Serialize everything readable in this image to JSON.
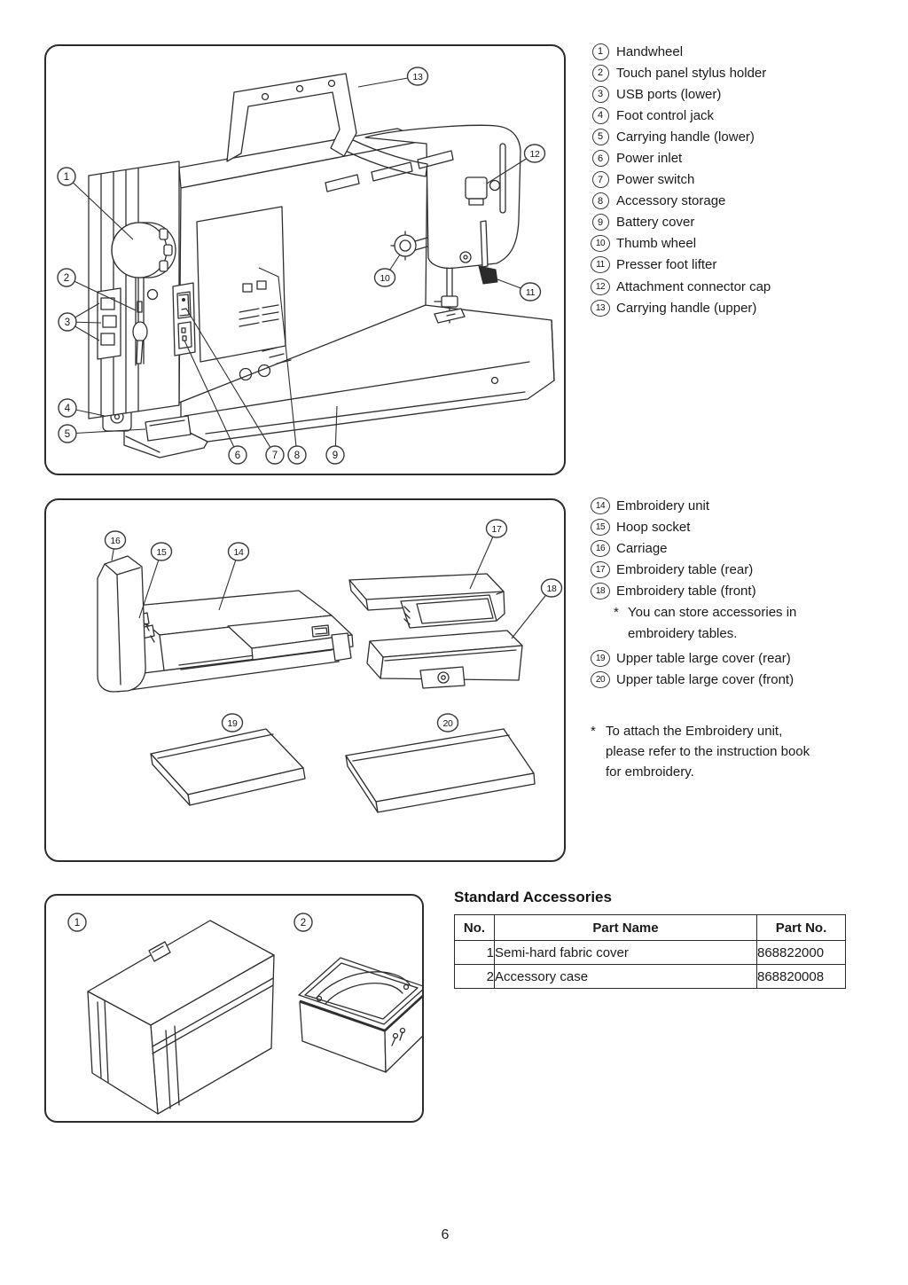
{
  "page_number": "6",
  "fig_machine": {
    "labels": [
      {
        "num": "1",
        "text": "Handwheel"
      },
      {
        "num": "2",
        "text": "Touch panel stylus holder"
      },
      {
        "num": "3",
        "text": "USB ports (lower)"
      },
      {
        "num": "4",
        "text": "Foot control jack"
      },
      {
        "num": "5",
        "text": "Carrying handle (lower)"
      },
      {
        "num": "6",
        "text": "Power inlet"
      },
      {
        "num": "7",
        "text": "Power switch"
      },
      {
        "num": "8",
        "text": "Accessory storage"
      },
      {
        "num": "9",
        "text": "Battery cover"
      },
      {
        "num": "10",
        "text": "Thumb wheel"
      },
      {
        "num": "11",
        "text": "Presser foot lifter"
      },
      {
        "num": "12",
        "text": "Attachment connector cap"
      },
      {
        "num": "13",
        "text": "Carrying handle (upper)"
      }
    ]
  },
  "fig_embroidery": {
    "labels": [
      {
        "num": "14",
        "text": "Embroidery unit"
      },
      {
        "num": "15",
        "text": "Hoop socket"
      },
      {
        "num": "16",
        "text": "Carriage"
      },
      {
        "num": "17",
        "text": "Embroidery table (rear)"
      },
      {
        "num": "18",
        "text": "Embroidery table (front)"
      },
      {
        "num": "19",
        "text": "Upper table large cover (rear)"
      },
      {
        "num": "20",
        "text": "Upper table large cover (front)"
      }
    ],
    "store_note": {
      "marker": "*",
      "line1": "You can store accessories in",
      "line2": "embroidery tables."
    },
    "attach_note": {
      "marker": "*",
      "line1": "To attach the Embroidery unit,",
      "line2": "please refer to the instruction book",
      "line3": "for embroidery."
    }
  },
  "accessories": {
    "title": "Standard Accessories",
    "callout1": "1",
    "callout2": "2",
    "table": {
      "col_no": "No.",
      "col_name": "Part Name",
      "col_part": "Part No.",
      "rows": [
        {
          "no": "1",
          "name": "Semi-hard fabric cover",
          "part": "868822000"
        },
        {
          "no": "2",
          "name": "Accessory case",
          "part": "868820008"
        }
      ]
    }
  }
}
